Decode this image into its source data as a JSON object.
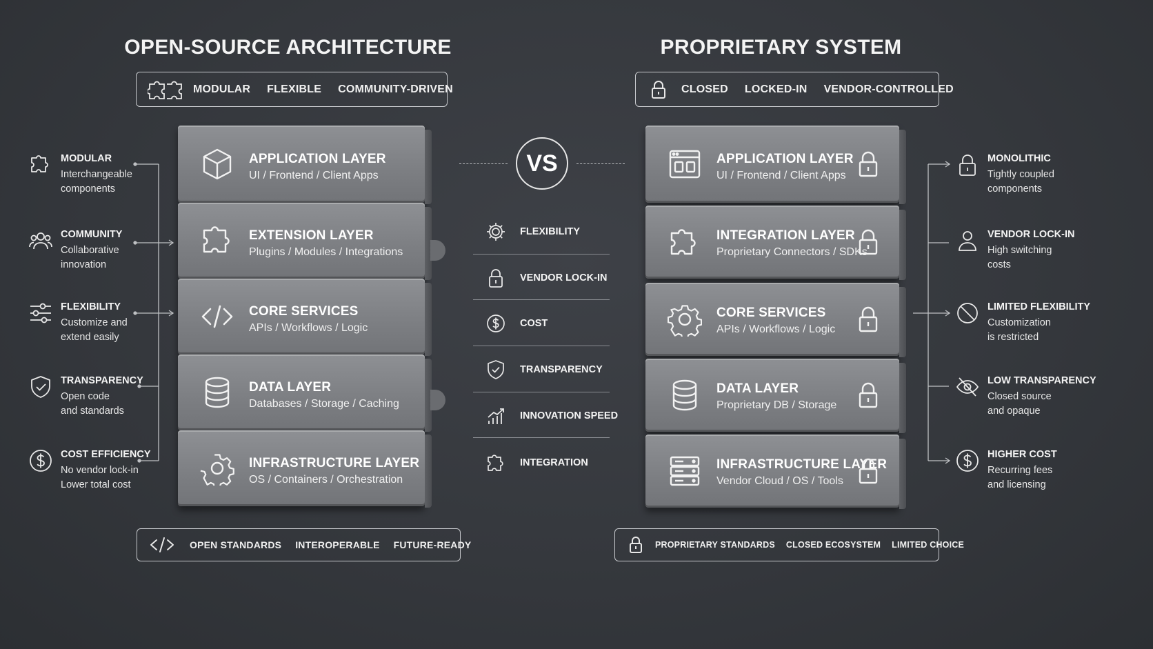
{
  "left": {
    "title": "OPEN-SOURCE ARCHITECTURE",
    "tags": [
      "MODULAR",
      "FLEXIBLE",
      "COMMUNITY-DRIVEN"
    ],
    "tags_icon": "puzzle-pieces-icon",
    "layers": [
      {
        "title": "APPLICATION LAYER",
        "subtitle": "UI / Frontend / Client Apps",
        "icon": "cube-icon"
      },
      {
        "title": "EXTENSION LAYER",
        "subtitle": "Plugins / Modules / Integrations",
        "icon": "puzzle-icon"
      },
      {
        "title": "CORE SERVICES",
        "subtitle": "APIs / Workflows / Logic",
        "icon": "code-icon"
      },
      {
        "title": "DATA LAYER",
        "subtitle": "Databases / Storage / Caching",
        "icon": "database-icon"
      },
      {
        "title": "INFRASTRUCTURE LAYER",
        "subtitle": "OS / Containers / Orchestration",
        "icon": "gear-icon"
      }
    ],
    "features": [
      {
        "title": "MODULAR",
        "line1": "Interchangeable",
        "line2": "components",
        "icon": "puzzle-icon"
      },
      {
        "title": "COMMUNITY",
        "line1": "Collaborative",
        "line2": "innovation",
        "icon": "people-icon"
      },
      {
        "title": "FLEXIBILITY",
        "line1": "Customize and",
        "line2": "extend easily",
        "icon": "sliders-icon"
      },
      {
        "title": "TRANSPARENCY",
        "line1": "Open code",
        "line2": "and standards",
        "icon": "shield-check-icon"
      },
      {
        "title": "COST EFFICIENCY",
        "line1": "No vendor lock-in",
        "line2": "Lower total cost",
        "icon": "dollar-icon"
      }
    ],
    "footer": [
      "OPEN STANDARDS",
      "INTEROPERABLE",
      "FUTURE-READY"
    ],
    "footer_icon": "code-icon"
  },
  "right": {
    "title": "PROPRIETARY SYSTEM",
    "tags": [
      "CLOSED",
      "LOCKED-IN",
      "VENDOR-CONTROLLED"
    ],
    "tags_icon": "lock-icon",
    "layers": [
      {
        "title": "APPLICATION LAYER",
        "subtitle": "UI / Frontend / Client Apps",
        "icon": "app-window-icon"
      },
      {
        "title": "INTEGRATION LAYER",
        "subtitle": "Proprietary Connectors / SDKs",
        "icon": "puzzle-icon"
      },
      {
        "title": "CORE SERVICES",
        "subtitle": "APIs / Workflows / Logic",
        "icon": "gear-icon"
      },
      {
        "title": "DATA LAYER",
        "subtitle": "Proprietary DB / Storage",
        "icon": "database-icon"
      },
      {
        "title": "INFRASTRUCTURE LAYER",
        "subtitle": "Vendor Cloud / OS / Tools",
        "icon": "server-icon"
      }
    ],
    "features": [
      {
        "title": "MONOLITHIC",
        "line1": "Tightly coupled",
        "line2": "components",
        "icon": "lock-icon"
      },
      {
        "title": "VENDOR LOCK-IN",
        "line1": "High switching",
        "line2": "costs",
        "icon": "person-icon"
      },
      {
        "title": "LIMITED FLEXIBILITY",
        "line1": "Customization",
        "line2": "is restricted",
        "icon": "prohibited-icon"
      },
      {
        "title": "LOW TRANSPARENCY",
        "line1": "Closed source",
        "line2": "and opaque",
        "icon": "eye-off-icon"
      },
      {
        "title": "HIGHER COST",
        "line1": "Recurring fees",
        "line2": "and licensing",
        "icon": "dollar-icon"
      }
    ],
    "footer": [
      "PROPRIETARY STANDARDS",
      "CLOSED ECOSYSTEM",
      "LIMITED CHOICE"
    ],
    "footer_icon": "lock-icon"
  },
  "center": {
    "vs": "VS",
    "criteria": [
      {
        "label": "FLEXIBILITY",
        "icon": "gear-icon"
      },
      {
        "label": "VENDOR LOCK-IN",
        "icon": "lock-icon"
      },
      {
        "label": "COST",
        "icon": "dollar-icon"
      },
      {
        "label": "TRANSPARENCY",
        "icon": "shield-check-icon"
      },
      {
        "label": "INNOVATION SPEED",
        "icon": "chart-growth-icon"
      },
      {
        "label": "INTEGRATION",
        "icon": "puzzle-icon"
      }
    ]
  }
}
